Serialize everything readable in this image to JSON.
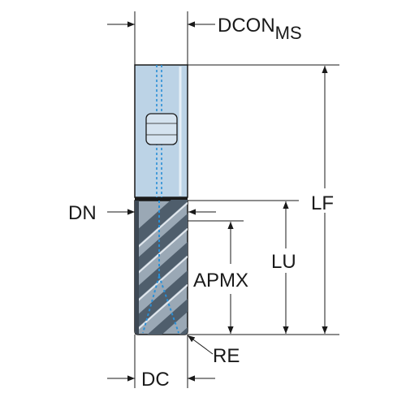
{
  "labels": {
    "dcon_main": "DCON",
    "dcon_sub": "MS",
    "lf": "LF",
    "dn": "DN",
    "lu": "LU",
    "apmx": "APMX",
    "re": "RE",
    "dc": "DC"
  },
  "colors": {
    "line": "#1a1a1a",
    "shank_fill": "#bcd3e6",
    "coolant": "#2a8fd6",
    "flute_dark": "#5a6b7a",
    "flute_light": "#9aa8b5"
  }
}
